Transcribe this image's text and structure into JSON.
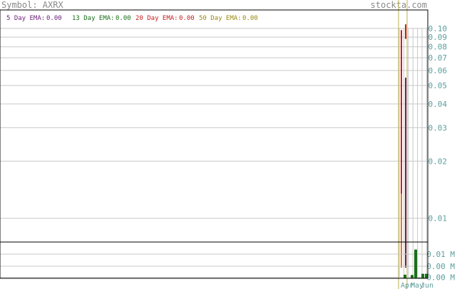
{
  "header": {
    "symbol_text": "Symbol: AXRX",
    "site_text": "stockta.com"
  },
  "legend": [
    {
      "label": "5 Day EMA:",
      "value": "0.00",
      "color": "#6b1f7a"
    },
    {
      "label": "13 Day EMA:",
      "value": "0.00",
      "color": "#1a6e1a"
    },
    {
      "label": "20 Day EMA:",
      "value": "0.00",
      "color": "#c81e1e"
    },
    {
      "label": "50 Day EMA:",
      "value": "0.00",
      "color": "#9a8a12"
    }
  ],
  "colors": {
    "text_gray": "#8a8a8a",
    "axis_text": "#5e9e9e",
    "grid": "#c8c8c8",
    "frame": "#000000",
    "volume": "#1a6e1a",
    "price_red": "#d41a1a",
    "price_orange": "#e8781a",
    "ema_purple": "#6b1f7a",
    "ema_olive": "#b7b24a"
  },
  "chart_data": [
    {
      "type": "line",
      "scale": "log",
      "y_tick_labels": [
        "0.10",
        "0.09",
        "0.08",
        "0.07",
        "0.06",
        "0.05",
        "0.04",
        "0.03",
        "0.02",
        "0.01"
      ],
      "y_tick_values": [
        0.1,
        0.09,
        0.08,
        0.07,
        0.06,
        0.05,
        0.04,
        0.03,
        0.02,
        0.01
      ],
      "ylim": [
        0.0075,
        0.125
      ],
      "grid": true,
      "price_segments": [
        {
          "x_index": 0,
          "high": 0.098,
          "low": 0.0055,
          "color": "price_red"
        },
        {
          "x_index": 0,
          "high": 0.0135,
          "low": 0.0055,
          "color": "price_orange"
        },
        {
          "x_index": 1,
          "high": 0.105,
          "low": 0.088,
          "color": "price_red"
        },
        {
          "x_index": 1,
          "high": 0.055,
          "low": 0.0055,
          "color": "ema_purple"
        }
      ]
    },
    {
      "type": "bar",
      "y_tick_labels": [
        "0.01 M",
        "0.00 M",
        "0.00 M"
      ],
      "y_tick_values": [
        0.008,
        0.004,
        0.0003
      ],
      "ylim": [
        0,
        0.012
      ],
      "volume_values": [
        0.0012,
        0.0001,
        0.0011,
        0.0095,
        0.0002,
        0.0015,
        0.0015
      ],
      "x_tick_labels": [
        "Apr",
        "May",
        "Jun"
      ]
    }
  ]
}
